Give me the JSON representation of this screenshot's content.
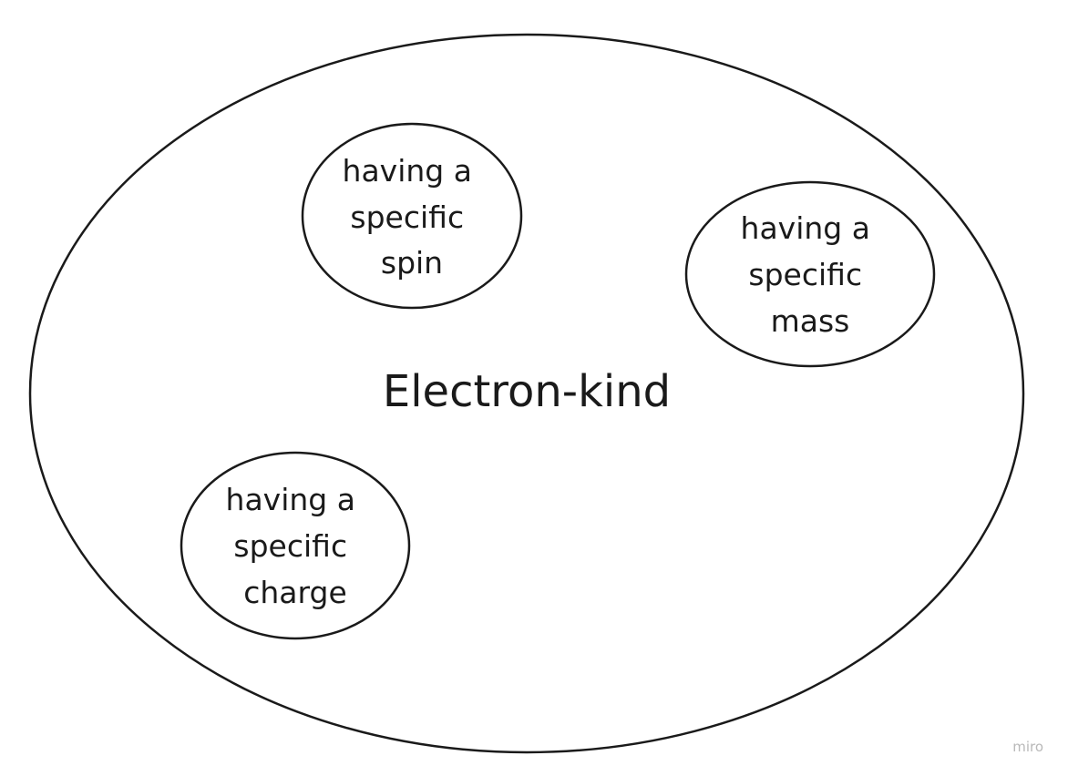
{
  "diagram": {
    "main_label": "Electron-kind",
    "nodes": [
      {
        "lines": [
          "having a",
          "specific",
          "spin"
        ]
      },
      {
        "lines": [
          "having a",
          "specific",
          "mass"
        ]
      },
      {
        "lines": [
          "having a",
          "specific",
          "charge"
        ]
      }
    ],
    "watermark": "miro",
    "colors": {
      "stroke": "#1a1a1a",
      "text": "#1a1a1a",
      "watermark": "#b9b9b9",
      "background": "#ffffff"
    }
  }
}
